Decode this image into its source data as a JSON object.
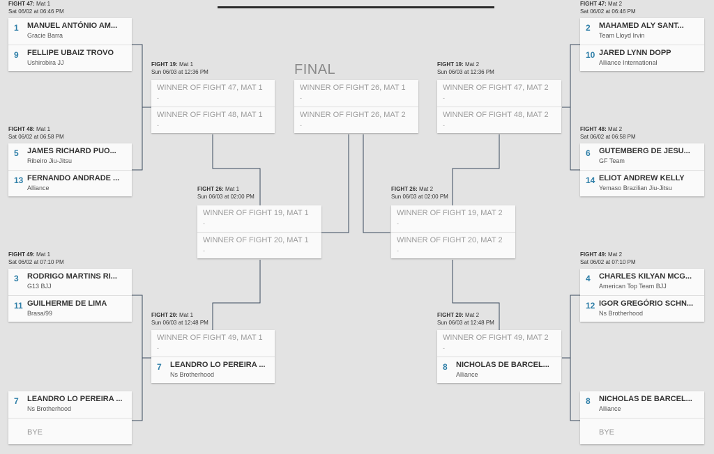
{
  "final_title": "FINAL",
  "fight_headers": {
    "f47_mat1": {
      "fight": "FIGHT 47:",
      "mat": "Mat 1",
      "time": "Sat 06/02 at 06:46 PM"
    },
    "f48_mat1": {
      "fight": "FIGHT 48:",
      "mat": "Mat 1",
      "time": "Sat 06/02 at 06:58 PM"
    },
    "f49_mat1": {
      "fight": "FIGHT 49:",
      "mat": "Mat 1",
      "time": "Sat 06/02 at 07:10 PM"
    },
    "f19_mat1": {
      "fight": "FIGHT 19:",
      "mat": "Mat 1",
      "time": "Sun 06/03 at 12:36 PM"
    },
    "f20_mat1": {
      "fight": "FIGHT 20:",
      "mat": "Mat 1",
      "time": "Sun 06/03 at 12:48 PM"
    },
    "f26_mat1": {
      "fight": "FIGHT 26:",
      "mat": "Mat 1",
      "time": "Sun 06/03 at 02:00 PM"
    },
    "f47_mat2": {
      "fight": "FIGHT 47:",
      "mat": "Mat 2",
      "time": "Sat 06/02 at 06:46 PM"
    },
    "f48_mat2": {
      "fight": "FIGHT 48:",
      "mat": "Mat 2",
      "time": "Sat 06/02 at 06:58 PM"
    },
    "f49_mat2": {
      "fight": "FIGHT 49:",
      "mat": "Mat 2",
      "time": "Sat 06/02 at 07:10 PM"
    },
    "f19_mat2": {
      "fight": "FIGHT 19:",
      "mat": "Mat 2",
      "time": "Sun 06/03 at 12:36 PM"
    },
    "f20_mat2": {
      "fight": "FIGHT 20:",
      "mat": "Mat 2",
      "time": "Sun 06/03 at 12:48 PM"
    },
    "f26_mat2": {
      "fight": "FIGHT 26:",
      "mat": "Mat 2",
      "time": "Sun 06/03 at 02:00 PM"
    }
  },
  "competitors": {
    "l1": {
      "seed": "1",
      "name": "MANUEL ANTÓNIO AM...",
      "team": "Gracie Barra"
    },
    "l9": {
      "seed": "9",
      "name": "FELLIPE UBAIZ TROVO",
      "team": "Ushirobira JJ"
    },
    "l5": {
      "seed": "5",
      "name": "JAMES RICHARD PUO...",
      "team": "Ribeiro Jiu-Jitsu"
    },
    "l13": {
      "seed": "13",
      "name": "FERNANDO ANDRADE ...",
      "team": "Alliance"
    },
    "l3": {
      "seed": "3",
      "name": "RODRIGO MARTINS RI...",
      "team": "G13 BJJ"
    },
    "l11": {
      "seed": "11",
      "name": "GUILHERME DE LIMA",
      "team": "Brasa/99"
    },
    "l7": {
      "seed": "7",
      "name": "LEANDRO LO PEREIRA ...",
      "team": "Ns Brotherhood"
    },
    "l7b": {
      "seed": "7",
      "name": "LEANDRO LO PEREIRA ...",
      "team": "Ns Brotherhood"
    },
    "r2": {
      "seed": "2",
      "name": "MAHAMED ALY SANT...",
      "team": "Team Lloyd Irvin"
    },
    "r10": {
      "seed": "10",
      "name": "JARED LYNN DOPP",
      "team": "Alliance International"
    },
    "r6": {
      "seed": "6",
      "name": "GUTEMBERG DE JESU...",
      "team": "GF Team"
    },
    "r14": {
      "seed": "14",
      "name": "ELIOT ANDREW KELLY",
      "team": "Yemaso Brazilian Jiu-Jitsu"
    },
    "r4": {
      "seed": "4",
      "name": "CHARLES KILYAN MCG...",
      "team": "American Top Team BJJ"
    },
    "r12": {
      "seed": "12",
      "name": "IGOR GREGÓRIO SCHN...",
      "team": "Ns Brotherhood"
    },
    "r8": {
      "seed": "8",
      "name": "NICHOLAS DE BARCEL...",
      "team": "Alliance"
    },
    "r8b": {
      "seed": "8",
      "name": "NICHOLAS DE BARCEL...",
      "team": "Alliance"
    }
  },
  "bye_label": "BYE",
  "placeholder_dash": "-",
  "placeholders": {
    "w47_m1": "WINNER OF FIGHT 47, MAT 1",
    "w48_m1": "WINNER OF FIGHT 48, MAT 1",
    "w49_m1": "WINNER OF FIGHT 49, MAT 1",
    "w19_m1": "WINNER OF FIGHT 19, MAT 1",
    "w20_m1": "WINNER OF FIGHT 20, MAT 1",
    "w47_m2": "WINNER OF FIGHT 47, MAT 2",
    "w48_m2": "WINNER OF FIGHT 48, MAT 2",
    "w49_m2": "WINNER OF FIGHT 49, MAT 2",
    "w19_m2": "WINNER OF FIGHT 19, MAT 2",
    "w20_m2": "WINNER OF FIGHT 20, MAT 2",
    "w26_m1": "WINNER OF FIGHT 26, MAT 1",
    "w26_m2": "WINNER OF FIGHT 26, MAT 2"
  },
  "colors": {
    "background": "#e3e3e3",
    "card": "#fafafa",
    "seed": "#2f7fa8",
    "line": "#3a4a5c"
  }
}
